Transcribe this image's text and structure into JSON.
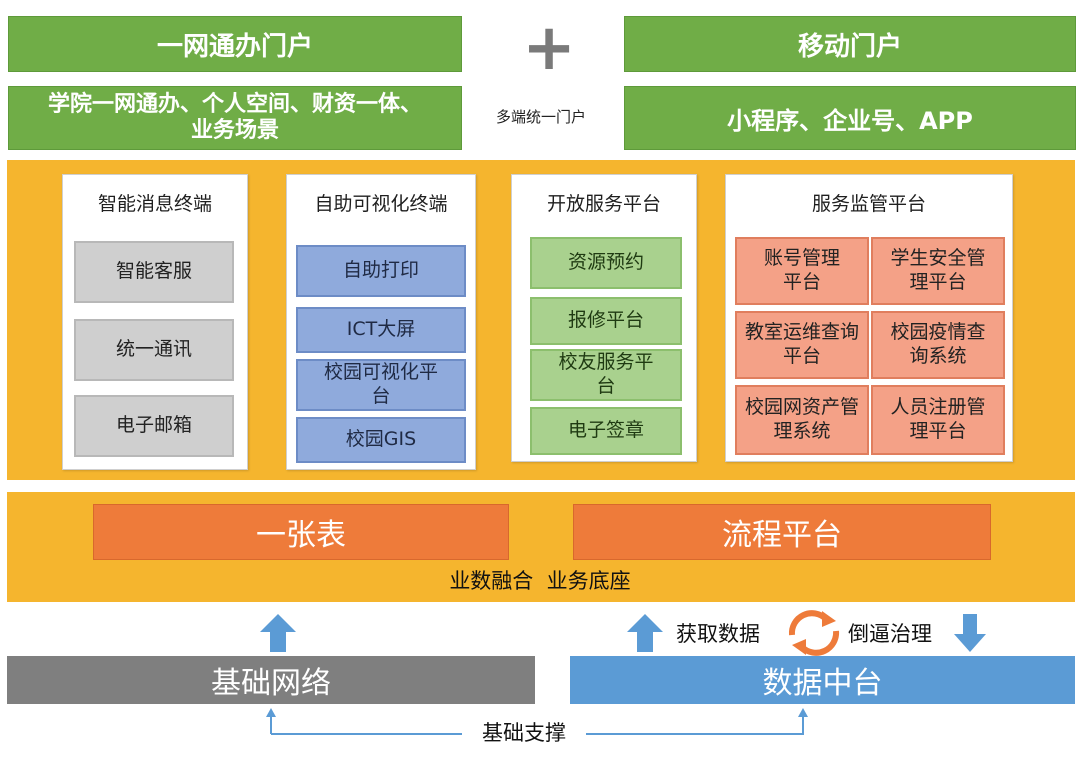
{
  "top": {
    "left_title": "一网通办门户",
    "left_subtitle": "学院一网通办、个人空间、财资一体、业务场景",
    "plus_symbol": "+",
    "multi_label": "多端统一门户",
    "right_title": "移动门户",
    "right_subtitle": "小程序、企业号、APP"
  },
  "panels": [
    {
      "title": "智能消息终端",
      "items": [
        "智能客服",
        "统一通讯",
        "电子邮箱"
      ]
    },
    {
      "title": "自助可视化终端",
      "items": [
        "自助打印",
        "ICT大屏",
        "校园可视化平台",
        "校园GIS"
      ]
    },
    {
      "title": "开放服务平台",
      "items": [
        "资源预约",
        "报修平台",
        "校友服务平台",
        "电子签章"
      ]
    },
    {
      "title": "服务监管平台",
      "items": [
        "账号管理平台",
        "学生安全管理平台",
        "教室运维查询平台",
        "校园疫情查询系统",
        "校园网资产管理系统",
        "人员注册管理平台"
      ]
    }
  ],
  "middle": {
    "bar_left": "一张表",
    "bar_right": "流程平台",
    "caption": "业数融合  业务底座"
  },
  "data": {
    "get_data": "获取数据",
    "reverse": "倒逼治理"
  },
  "bottom": {
    "left": "基础网络",
    "right": "数据中台",
    "support": "基础支撑"
  },
  "colors": {
    "green": "#70ad47",
    "orange_band": "#f5b52e",
    "orange_bar": "#ee7b3a",
    "blue": "#5b9bd5",
    "gray": "#7f7f7f"
  }
}
